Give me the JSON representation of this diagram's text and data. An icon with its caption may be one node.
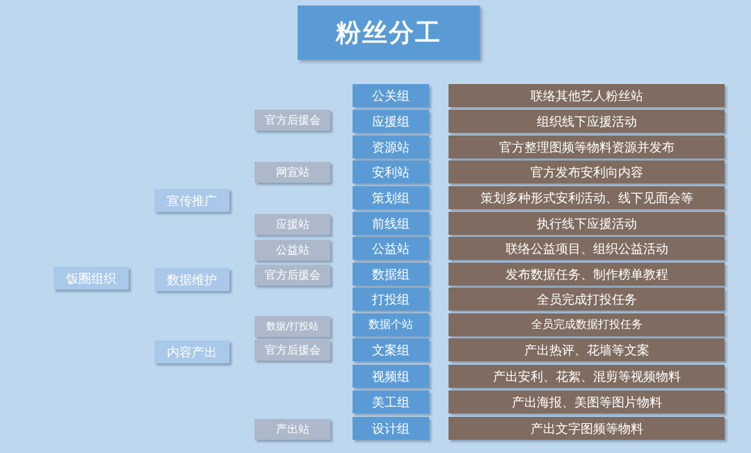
{
  "diagram": {
    "title": "粉丝分工",
    "nodes": [
      {
        "text": [
          "饭圈组织"
        ]
      },
      {
        "text": [
          "宣传推广"
        ]
      },
      {
        "text": [
          "数据维护"
        ]
      },
      {
        "text": [
          "内容产出"
        ]
      },
      {
        "text": [
          "官方后援会"
        ]
      },
      {
        "text": [
          "网宣站"
        ]
      },
      {
        "text": [
          "应援站"
        ]
      },
      {
        "text": [
          "公益站"
        ]
      },
      {
        "text": [
          "官方后援会"
        ]
      },
      {
        "text": [
          "数据/打投站"
        ]
      },
      {
        "text": [
          "官方后援会"
        ]
      },
      {
        "text": [
          "产出站"
        ]
      },
      {
        "text": [
          "公关组"
        ]
      },
      {
        "text": [
          "应援组"
        ]
      },
      {
        "text": [
          "资源站"
        ]
      },
      {
        "text": [
          "安利站"
        ]
      },
      {
        "text": [
          "策划组"
        ]
      },
      {
        "text": [
          "前线组"
        ]
      },
      {
        "text": [
          "公益站"
        ]
      },
      {
        "text": [
          "数据组"
        ]
      },
      {
        "text": [
          "打投组"
        ]
      },
      {
        "text": [
          "数据个站"
        ]
      },
      {
        "text": [
          "文案组"
        ]
      },
      {
        "text": [
          "视频组"
        ]
      },
      {
        "text": [
          "美工组"
        ]
      },
      {
        "text": [
          "设计组"
        ]
      },
      {
        "text": [
          "联络其他艺人粉丝站"
        ]
      },
      {
        "text": [
          "组织线下应援活动"
        ]
      },
      {
        "text": [
          "官方整理图频等物料资源并发布"
        ]
      },
      {
        "text": [
          "官方发布安利向内容"
        ]
      },
      {
        "text": [
          "策划多种形式安利活动、线下见面会等"
        ]
      },
      {
        "text": [
          "执行线下应援活动"
        ]
      },
      {
        "text": [
          "联络公益项目、组织公益活动"
        ]
      },
      {
        "text": [
          "发布数据任务、制作榜单教程"
        ]
      },
      {
        "text": [
          "全员完成打投任务"
        ]
      },
      {
        "text": [
          "全员完成数据打投任务"
        ]
      },
      {
        "text": [
          "产出热评、花墙等文案"
        ]
      },
      {
        "text": [
          "产出安利、花絮、混剪等视频物料"
        ]
      },
      {
        "text": [
          "产出海报、美图等图片物料"
        ]
      },
      {
        "text": [
          "产出文字图频等物料"
        ]
      }
    ]
  }
}
